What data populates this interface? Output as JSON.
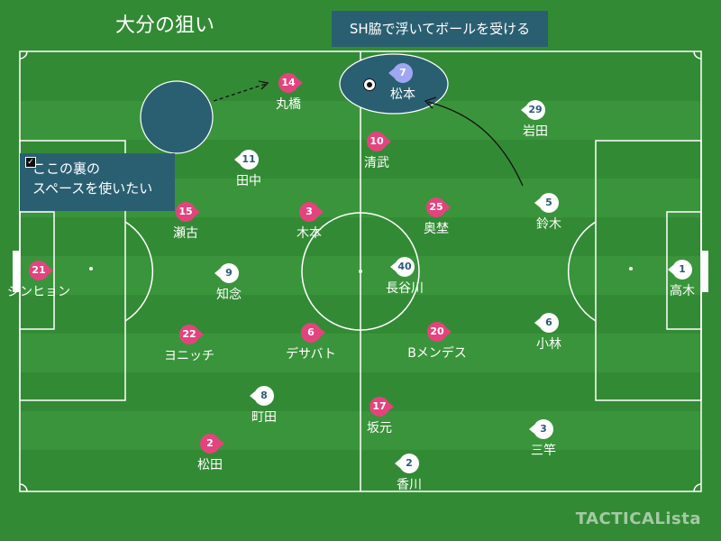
{
  "title": "大分の狙い",
  "callouts": {
    "top": "SH脇で浮いてボールを受ける",
    "left_line1": "ここの裏の",
    "left_line2": "スペースを使いたい"
  },
  "watermark": "TACTICALista",
  "colors": {
    "pitch": "#338a35",
    "home": "#e3447d",
    "away": "#ffffff",
    "away_number": "#2d5a7e",
    "highlight": "#9fa6f2",
    "callout": "#2a5f72"
  },
  "home_players": [
    {
      "number": "14",
      "name": "丸橋"
    },
    {
      "number": "10",
      "name": "清武"
    },
    {
      "number": "15",
      "name": "瀬古"
    },
    {
      "number": "3",
      "name": "木本"
    },
    {
      "number": "25",
      "name": "奥埜"
    },
    {
      "number": "21",
      "name": "ジンヒョン"
    },
    {
      "number": "22",
      "name": "ヨニッチ"
    },
    {
      "number": "6",
      "name": "デサバト"
    },
    {
      "number": "20",
      "name": "Bメンデス"
    },
    {
      "number": "17",
      "name": "坂元"
    },
    {
      "number": "2",
      "name": "松田"
    }
  ],
  "away_players": [
    {
      "number": "7",
      "name": "松本",
      "highlight": true
    },
    {
      "number": "29",
      "name": "岩田"
    },
    {
      "number": "11",
      "name": "田中"
    },
    {
      "number": "5",
      "name": "鈴木"
    },
    {
      "number": "9",
      "name": "知念"
    },
    {
      "number": "40",
      "name": "長谷川"
    },
    {
      "number": "1",
      "name": "高木"
    },
    {
      "number": "6",
      "name": "小林"
    },
    {
      "number": "8",
      "name": "町田"
    },
    {
      "number": "3",
      "name": "三竿"
    },
    {
      "number": "2",
      "name": "香川"
    }
  ]
}
